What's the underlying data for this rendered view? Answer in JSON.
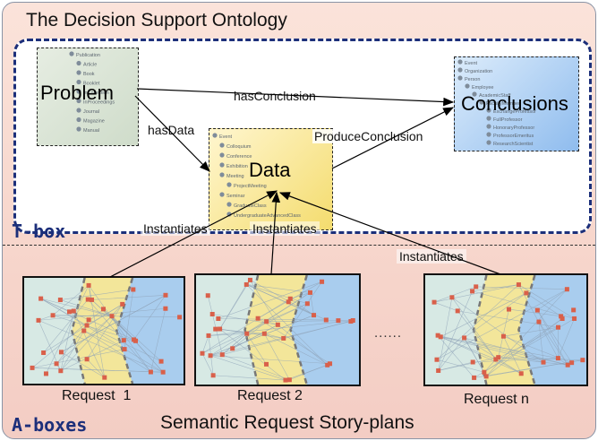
{
  "title": "The Decision Support Ontology",
  "tbox_label": "T-box",
  "abox_label": "A-boxes",
  "subtitle": "Semantic Request Story-plans",
  "concepts": {
    "problem": {
      "label": "Problem",
      "tree": [
        "Publication",
        "Article",
        "Book",
        "Booklet",
        "InCollection",
        "InProceedings",
        "Journal",
        "Magazine",
        "Manual"
      ]
    },
    "data": {
      "label": "Data",
      "tree": [
        "Event",
        "Colloquium",
        "Conference",
        "Exhibition",
        "Meeting",
        "ProjectMeeting",
        "Seminar",
        "GraduateClass",
        "UndergraduateAdvancedClass"
      ]
    },
    "conclusions": {
      "label": "Conclusions",
      "tree": [
        "Event",
        "Organization",
        "Person",
        "Employee",
        "AcademicStaff",
        "FacultyMember",
        "ExchangeProfessor",
        "FullProfessor",
        "HonoraryProfessor",
        "ProfessorEmeritus",
        "ResearchScientist"
      ]
    }
  },
  "relations": {
    "has_conclusion": "hasConclusion",
    "has_data": "hasData",
    "produce_conclusion": "ProduceConclusion"
  },
  "instantiates_label": "Instantiates",
  "requests": [
    "Request  1",
    "Request 2",
    "Request n"
  ],
  "ellipsis": "......",
  "colors": {
    "accent": "#1c2f7a",
    "background": "#f7d6cc",
    "problem_fill": "#dfe8de",
    "data_fill": "#f7e27a",
    "conclusions_fill": "#9cc7f2"
  }
}
